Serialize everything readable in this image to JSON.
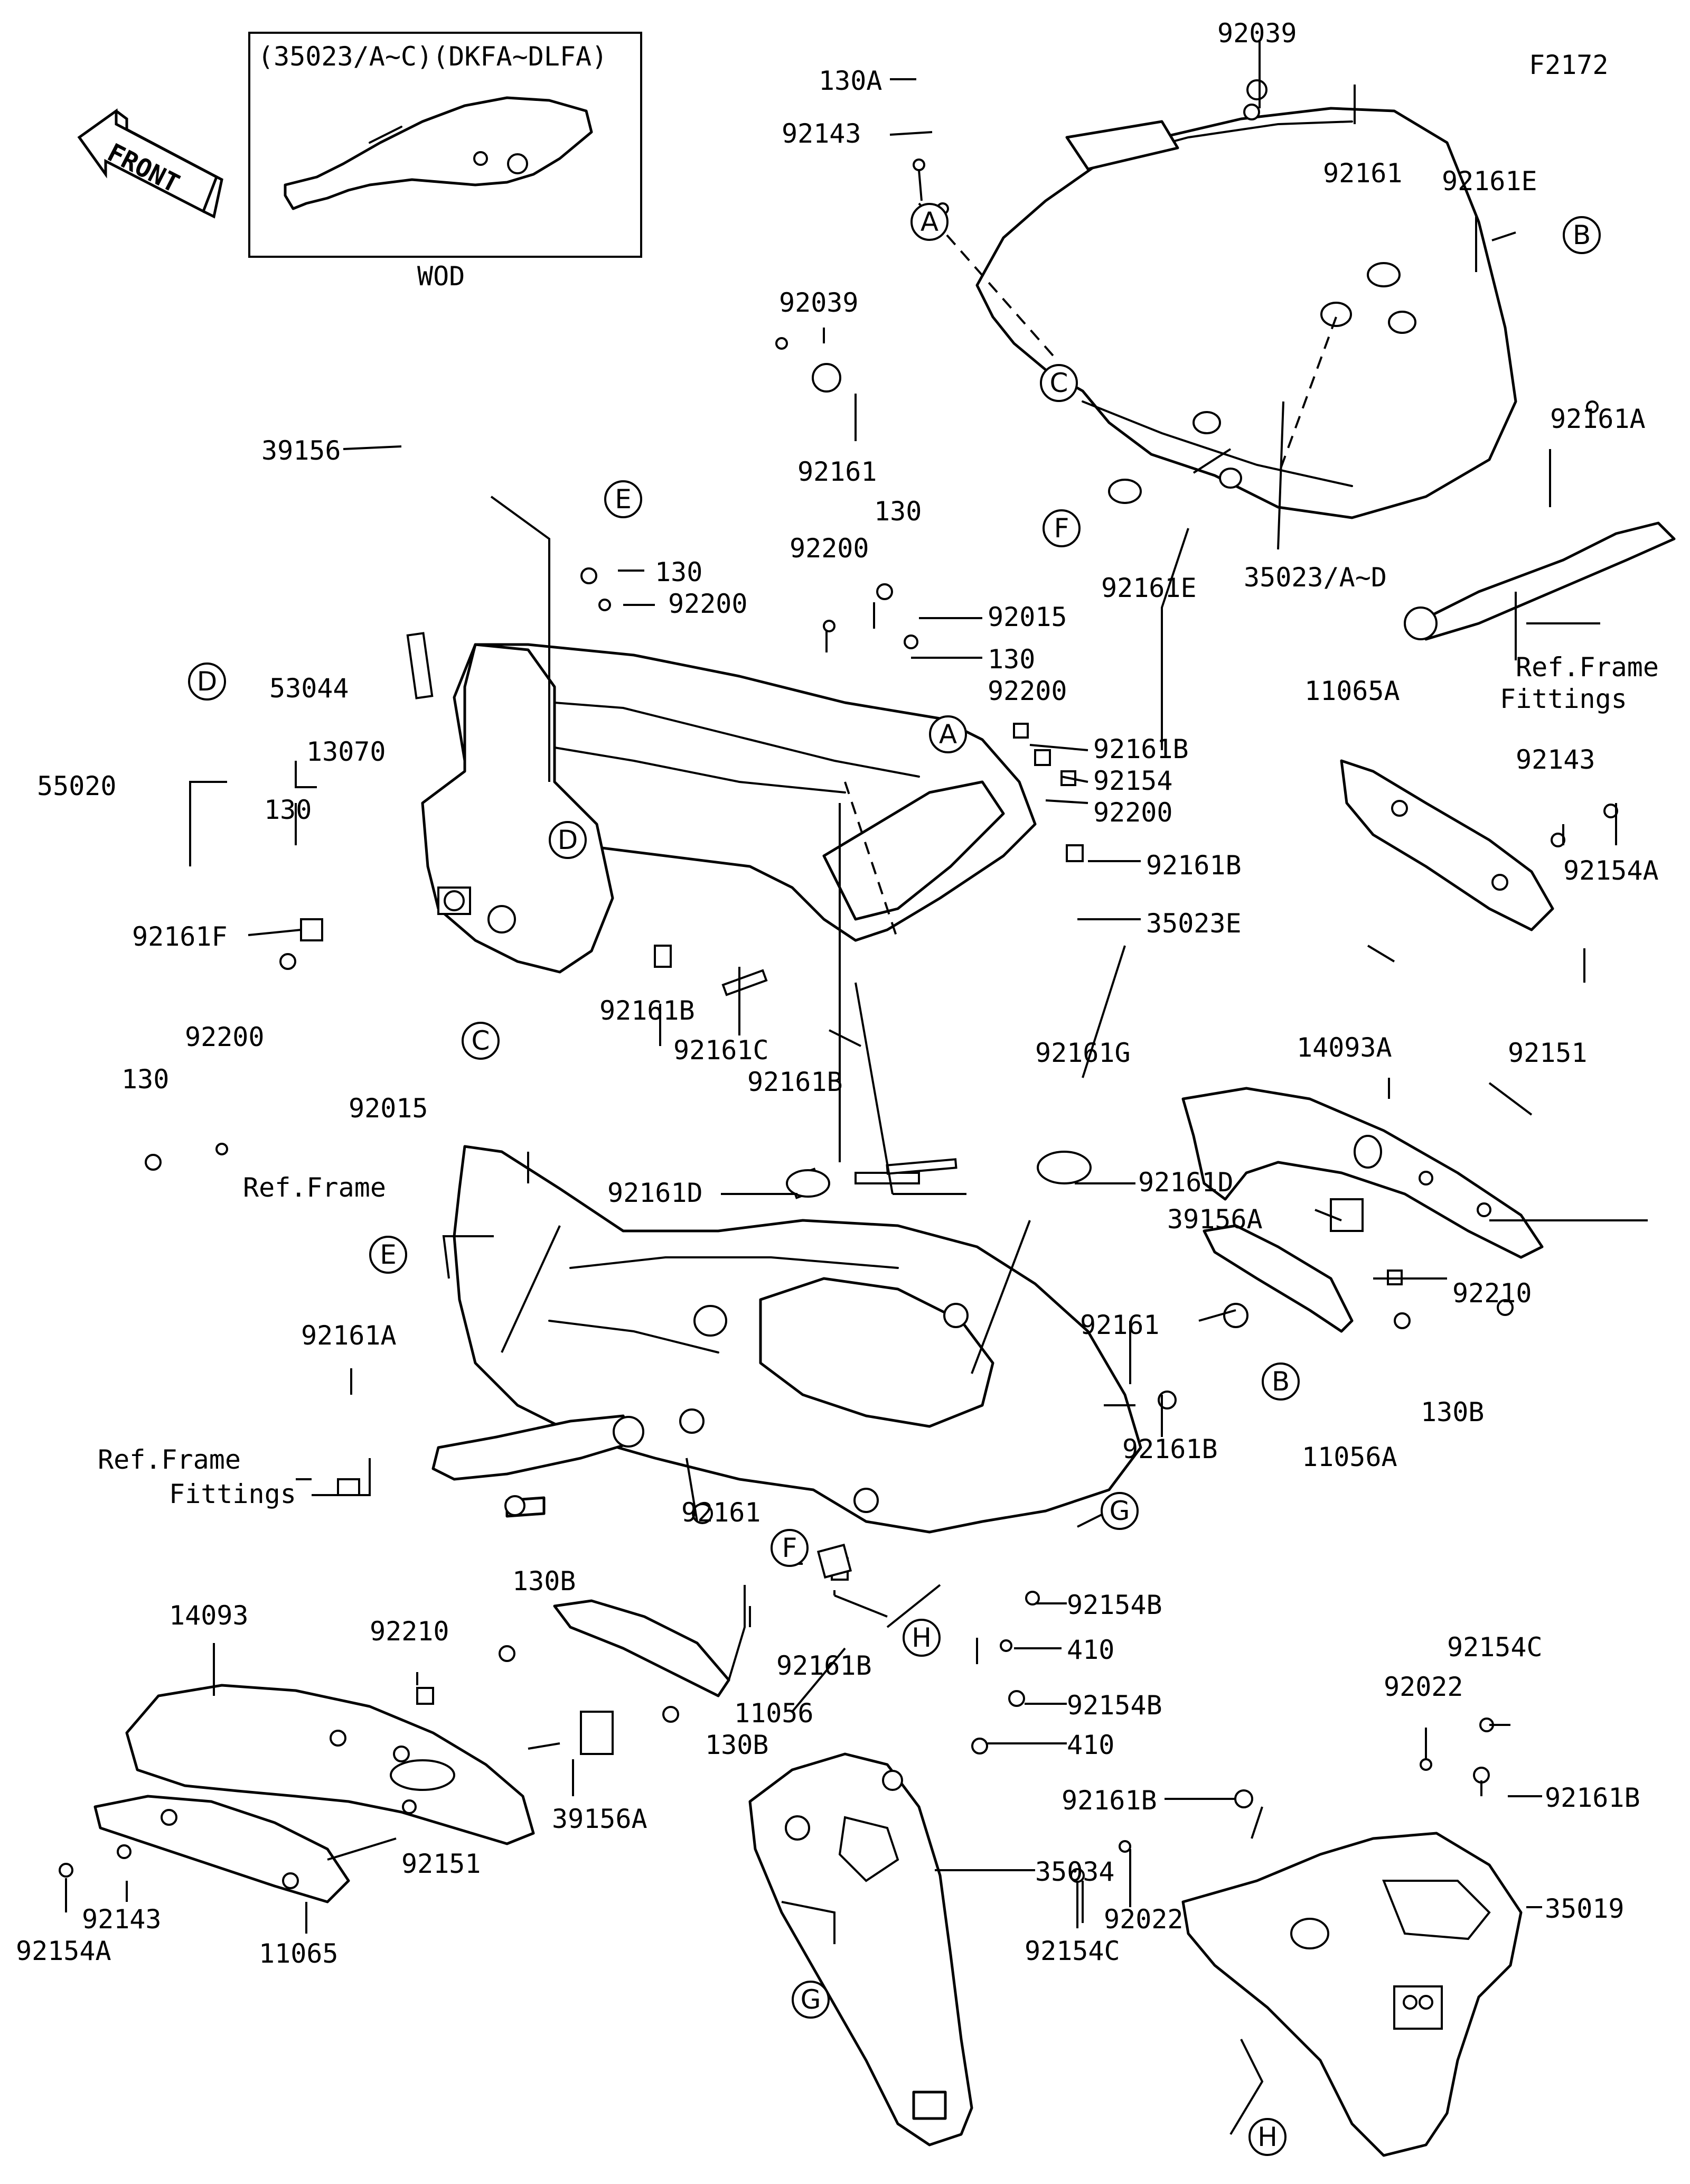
{
  "figure_code": "F2172",
  "inset": {
    "title": "(35023/A~C)(DKFA~DLFA)",
    "caption": "WOD"
  },
  "front_arrow": "FRONT",
  "labels": [
    {
      "id": "l-130A",
      "text": "130A"
    },
    {
      "id": "l-92039-top",
      "text": "92039"
    },
    {
      "id": "l-92143-top",
      "text": "92143"
    },
    {
      "id": "l-92161-top",
      "text": "92161"
    },
    {
      "id": "l-92161E-top",
      "text": "92161E"
    },
    {
      "id": "l-92039-left",
      "text": "92039"
    },
    {
      "id": "l-92161-left",
      "text": "92161"
    },
    {
      "id": "l-92161A-top",
      "text": "92161A"
    },
    {
      "id": "l-39156",
      "text": "39156"
    },
    {
      "id": "l-92161E-mid",
      "text": "92161E"
    },
    {
      "id": "l-35023AD",
      "text": "35023/A~D"
    },
    {
      "id": "l-130-a",
      "text": "130"
    },
    {
      "id": "l-92200-a",
      "text": "92200"
    },
    {
      "id": "l-92200-b",
      "text": "92200"
    },
    {
      "id": "l-130-b",
      "text": "130"
    },
    {
      "id": "l-92015-top",
      "text": "92015"
    },
    {
      "id": "l-130-c",
      "text": "130"
    },
    {
      "id": "l-92200-c",
      "text": "92200"
    },
    {
      "id": "l-ref-frame-fittings-1",
      "text": "Ref.Frame"
    },
    {
      "id": "l-ref-frame-fittings-1b",
      "text": "Fittings"
    },
    {
      "id": "l-53044",
      "text": "53044"
    },
    {
      "id": "l-13070",
      "text": "13070"
    },
    {
      "id": "l-55020",
      "text": "55020"
    },
    {
      "id": "l-130-d",
      "text": "130"
    },
    {
      "id": "l-92161B-a",
      "text": "92161B"
    },
    {
      "id": "l-92154",
      "text": "92154"
    },
    {
      "id": "l-92200-d",
      "text": "92200"
    },
    {
      "id": "l-11065A",
      "text": "11065A"
    },
    {
      "id": "l-92143-r",
      "text": "92143"
    },
    {
      "id": "l-92154A-r",
      "text": "92154A"
    },
    {
      "id": "l-92161F",
      "text": "92161F"
    },
    {
      "id": "l-92161B-b",
      "text": "92161B"
    },
    {
      "id": "l-35023E",
      "text": "35023E"
    },
    {
      "id": "l-92200-e",
      "text": "92200"
    },
    {
      "id": "l-130-e",
      "text": "130"
    },
    {
      "id": "l-92161B-c",
      "text": "92161B"
    },
    {
      "id": "l-92161C",
      "text": "92161C"
    },
    {
      "id": "l-92161B-d",
      "text": "92161B"
    },
    {
      "id": "l-14093A",
      "text": "14093A"
    },
    {
      "id": "l-92151-r",
      "text": "92151"
    },
    {
      "id": "l-92015-b",
      "text": "92015"
    },
    {
      "id": "l-92161G",
      "text": "92161G"
    },
    {
      "id": "l-ref-frame",
      "text": "Ref.Frame"
    },
    {
      "id": "l-92161D-a",
      "text": "92161D"
    },
    {
      "id": "l-92161D-b",
      "text": "92161D"
    },
    {
      "id": "l-39156A-r",
      "text": "39156A"
    },
    {
      "id": "l-92210-r",
      "text": "92210"
    },
    {
      "id": "l-92161A-l",
      "text": "92161A"
    },
    {
      "id": "l-92161-r",
      "text": "92161"
    },
    {
      "id": "l-130B-r",
      "text": "130B"
    },
    {
      "id": "l-11056A",
      "text": "11056A"
    },
    {
      "id": "l-92161B-e",
      "text": "92161B"
    },
    {
      "id": "l-ref-frame-fittings-2",
      "text": "Ref.Frame"
    },
    {
      "id": "l-ref-frame-fittings-2b",
      "text": "Fittings"
    },
    {
      "id": "l-92161-mid",
      "text": "92161"
    },
    {
      "id": "l-130B-a",
      "text": "130B"
    },
    {
      "id": "l-92161B-f",
      "text": "92161B"
    },
    {
      "id": "l-14093",
      "text": "14093"
    },
    {
      "id": "l-92210-l",
      "text": "92210"
    },
    {
      "id": "l-11056",
      "text": "11056"
    },
    {
      "id": "l-130B-b",
      "text": "130B"
    },
    {
      "id": "l-92154B-a",
      "text": "92154B"
    },
    {
      "id": "l-410-a",
      "text": "410"
    },
    {
      "id": "l-92154C-a",
      "text": "92154C"
    },
    {
      "id": "l-92154B-b",
      "text": "92154B"
    },
    {
      "id": "l-92022-a",
      "text": "92022"
    },
    {
      "id": "l-410-b",
      "text": "410"
    },
    {
      "id": "l-92161B-g",
      "text": "92161B"
    },
    {
      "id": "l-92161B-h",
      "text": "92161B"
    },
    {
      "id": "l-35034",
      "text": "35034"
    },
    {
      "id": "l-35019",
      "text": "35019"
    },
    {
      "id": "l-39156A-l",
      "text": "39156A"
    },
    {
      "id": "l-92151-l",
      "text": "92151"
    },
    {
      "id": "l-92143-l",
      "text": "92143"
    },
    {
      "id": "l-92154A-l",
      "text": "92154A"
    },
    {
      "id": "l-11065",
      "text": "11065"
    },
    {
      "id": "l-92154C-b",
      "text": "92154C"
    },
    {
      "id": "l-92022-b",
      "text": "92022"
    }
  ],
  "callouts": [
    {
      "id": "c-A-1",
      "text": "A"
    },
    {
      "id": "c-B-1",
      "text": "B"
    },
    {
      "id": "c-C-1",
      "text": "C"
    },
    {
      "id": "c-F-1",
      "text": "F"
    },
    {
      "id": "c-E-1",
      "text": "E"
    },
    {
      "id": "c-D-1",
      "text": "D"
    },
    {
      "id": "c-A-2",
      "text": "A"
    },
    {
      "id": "c-D-2",
      "text": "D"
    },
    {
      "id": "c-C-2",
      "text": "C"
    },
    {
      "id": "c-E-2",
      "text": "E"
    },
    {
      "id": "c-B-2",
      "text": "B"
    },
    {
      "id": "c-G-1",
      "text": "G"
    },
    {
      "id": "c-F-2",
      "text": "F"
    },
    {
      "id": "c-H-1",
      "text": "H"
    },
    {
      "id": "c-G-2",
      "text": "G"
    },
    {
      "id": "c-H-2",
      "text": "H"
    }
  ]
}
